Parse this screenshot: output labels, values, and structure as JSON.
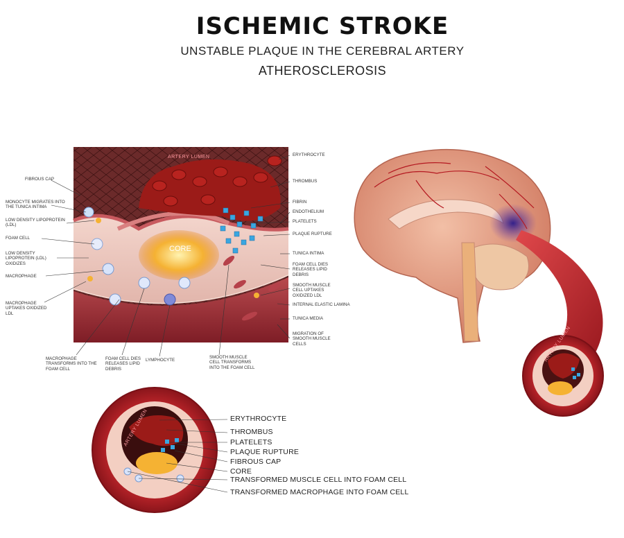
{
  "header": {
    "title": "ISCHEMIC STROKE",
    "subtitle1": "UNSTABLE PLAQUE IN THE CEREBRAL ARTERY",
    "subtitle2": "ATHEROSCLEROSIS"
  },
  "cross_section": {
    "artery_lumen": "ARTERY LUMEN",
    "core": "CORE",
    "left_labels": {
      "fibrous_cap": "FIBROUS CAP",
      "monocyte": "MONOCYTE MIGRATES INTO THE TUNICA INTIMA",
      "ldl": "LOW DENSITY LIPOPROTEIN (LDL)",
      "foam_cell": "FOAM CELL",
      "ldl_oxidizes": "LOW DENSITY LIPOPROTEIN (LDL) OXIDIZES",
      "macrophage": "MACROPHAGE",
      "macrophage_uptakes": "MACROPHAGE UPTAKES OXIDIZED LDL"
    },
    "right_labels": {
      "erythrocyte": "ERYTHROCYTE",
      "thrombus": "THROMBUS",
      "fibrin": "FIBRIN",
      "endothelium": "ENDOTHELIUM",
      "platelets": "PLATELETS",
      "plaque_rupture": "PLAQUE RUPTURE",
      "tunica_intima": "TUNICA INTIMA",
      "foam_cell_dies": "FOAM CELL DIES RELEASES LIPID DEBRIS",
      "smooth_muscle_uptakes": "SMOOTH MUSCLE CELL UPTAKES OXIDIZED LDL",
      "internal_elastic": "INTERNAL ELASTIC LAMINA",
      "tunica_media": "TUNICA MEDIA",
      "migration": "MIGRATION OF SMOOTH MUSCLE CELLS"
    },
    "bottom_labels": {
      "macrophage_transforms": "MACROPHAGE TRANSFORMS INTO THE FOAM CELL",
      "foam_cell_dies_bottom": "FOAM CELL DIES RELEASES LIPID DEBRIS",
      "lymphocyte": "LYMPHOCYTE",
      "smooth_muscle_transforms": "SMOOTH MUSCLE CELL TRANSFORMS INTO THE FOAM CELL"
    }
  },
  "vessel_labels": {
    "erythrocyte": "ERYTHROCYTE",
    "thrombus": "THROMBUS",
    "platelets": "PLATELETS",
    "plaque_rupture": "PLAQUE RUPTURE",
    "fibrous_cap": "FIBROUS CAP",
    "core": "CORE",
    "transformed_muscle": "TRANSFORMED MUSCLE CELL INTO FOAM CELL",
    "transformed_macrophage": "TRANSFORMED MACROPHAGE INTO FOAM CELL"
  },
  "small_vessel": {
    "artery_lumen": "ARTERY LUMEN"
  },
  "colors": {
    "artery_red": "#c0262b",
    "thrombus": "#8f1a17",
    "platelets": "#3aa6e0",
    "core": "#f5b233",
    "brain_pink": "#e7a08a"
  }
}
